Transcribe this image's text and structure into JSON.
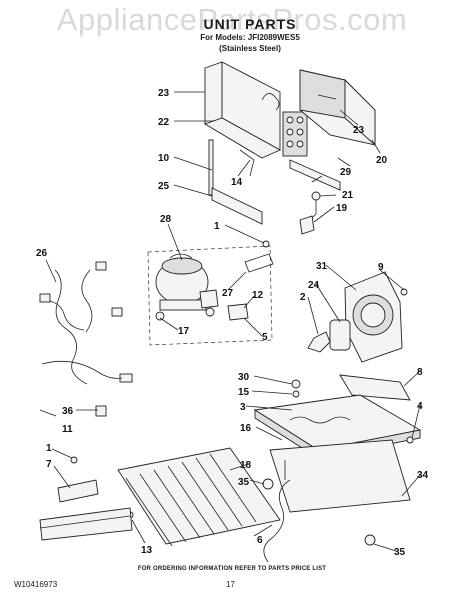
{
  "watermark": "AppliancePartsPros.com",
  "header": {
    "title": "UNIT PARTS",
    "models": "For Models: JFI2089WES5",
    "finish": "(Stainless Steel)"
  },
  "callouts": [
    "23",
    "22",
    "10",
    "25",
    "14",
    "23",
    "20",
    "29",
    "21",
    "19",
    "1",
    "28",
    "26",
    "27",
    "12",
    "17",
    "5",
    "9",
    "31",
    "24",
    "2",
    "30",
    "15",
    "3",
    "8",
    "4",
    "36",
    "11",
    "1",
    "7",
    "16",
    "18",
    "35",
    "13",
    "6",
    "34",
    "35"
  ],
  "footer": {
    "ordering_note": "FOR ORDERING INFORMATION REFER TO PARTS PRICE LIST",
    "doc_id": "W10416973",
    "page_number": "17"
  }
}
